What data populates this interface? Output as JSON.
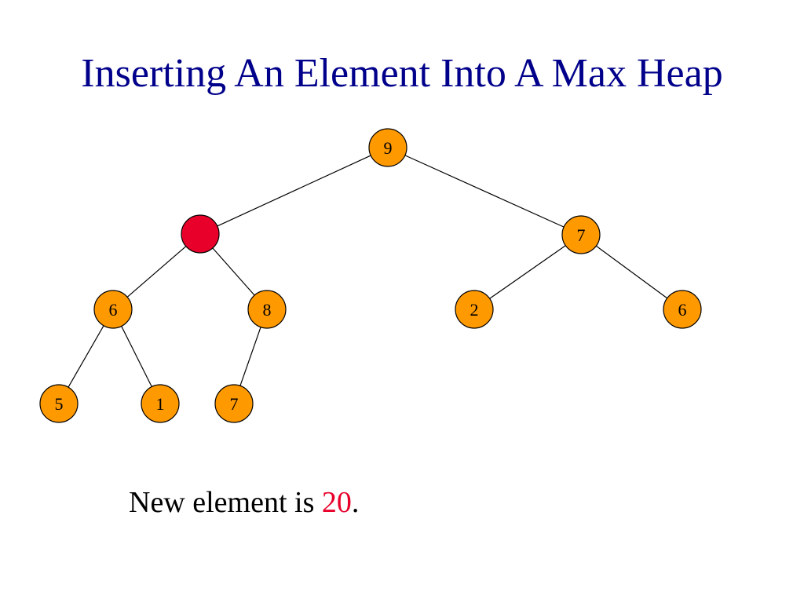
{
  "title": "Inserting An Element Into A Max Heap",
  "colors": {
    "title": "#00008b",
    "node_fill": "#ff9900",
    "new_node_fill": "#e8002a",
    "highlight_text": "#e8002a",
    "edge": "#000000"
  },
  "heap": {
    "nodes": [
      {
        "id": "n9",
        "label": "9"
      },
      {
        "id": "new",
        "label": ""
      },
      {
        "id": "n7a",
        "label": "7"
      },
      {
        "id": "n6a",
        "label": "6"
      },
      {
        "id": "n8",
        "label": "8"
      },
      {
        "id": "n2",
        "label": "2"
      },
      {
        "id": "n6b",
        "label": "6"
      },
      {
        "id": "n5",
        "label": "5"
      },
      {
        "id": "n1",
        "label": "1"
      },
      {
        "id": "n7b",
        "label": "7"
      }
    ],
    "edges": [
      [
        "n9",
        "new"
      ],
      [
        "n9",
        "n7a"
      ],
      [
        "new",
        "n6a"
      ],
      [
        "new",
        "n8"
      ],
      [
        "n7a",
        "n2"
      ],
      [
        "n7a",
        "n6b"
      ],
      [
        "n6a",
        "n5"
      ],
      [
        "n6a",
        "n1"
      ],
      [
        "n8",
        "n7b"
      ]
    ],
    "new_node": "new"
  },
  "caption": {
    "prefix": "New element is ",
    "value": "20",
    "suffix": "."
  }
}
